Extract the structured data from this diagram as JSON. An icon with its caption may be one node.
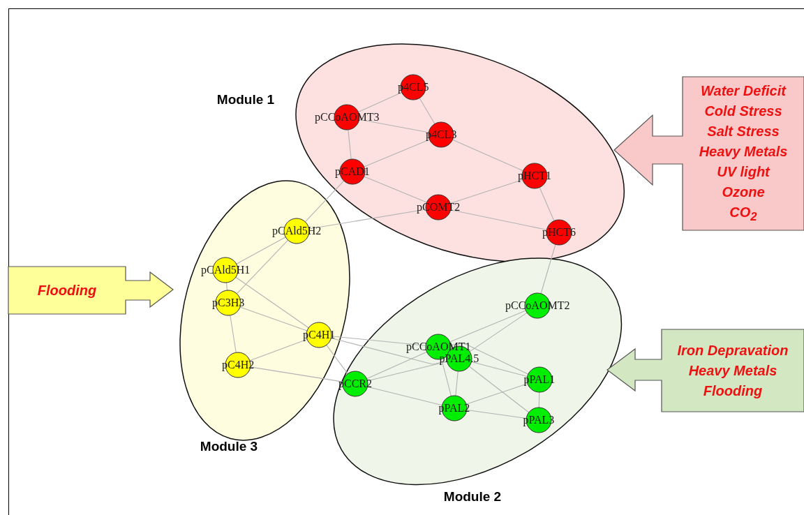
{
  "diagram": {
    "nodes": [
      {
        "text": [
          "Module 1"
        ]
      },
      {
        "text": [
          "p4CL5"
        ],
        "in": 0
      },
      {
        "text": [
          "pCCoAOMT3"
        ],
        "in": 0
      },
      {
        "text": [
          "p4CL3"
        ],
        "in": 0
      },
      {
        "text": [
          "pCAD1"
        ],
        "in": 0
      },
      {
        "text": [
          "pHCT1"
        ],
        "in": 0
      },
      {
        "text": [
          "pCOMT2"
        ],
        "in": 0
      },
      {
        "text": [
          "pHCT6"
        ],
        "in": 0
      },
      {
        "text": [
          "Module 3"
        ]
      },
      {
        "text": [
          "pCAld5H2"
        ],
        "in": 8
      },
      {
        "text": [
          "pCAld5H1"
        ],
        "in": 8
      },
      {
        "text": [
          "pC3H3"
        ],
        "in": 8
      },
      {
        "text": [
          "pC4H1"
        ],
        "in": 8
      },
      {
        "text": [
          "pC4H2"
        ],
        "in": 8
      },
      {
        "text": [
          "Module 2"
        ]
      },
      {
        "text": [
          "pCCoAOMT2"
        ],
        "in": 14
      },
      {
        "text": [
          "pCCoAOMT1"
        ],
        "in": 14
      },
      {
        "text": [
          "pPAL4.5"
        ],
        "in": 14
      },
      {
        "text": [
          "pCCR2"
        ],
        "in": 14
      },
      {
        "text": [
          "pPAL1"
        ],
        "in": 14
      },
      {
        "text": [
          "pPAL2"
        ],
        "in": 14
      },
      {
        "text": [
          "pPAL3"
        ],
        "in": 14
      },
      {
        "text": [
          "Flooding"
        ]
      },
      {
        "text": [
          "Water Deficit",
          "Cold Stress",
          "Salt Stress",
          "Heavy Metals",
          "UV light",
          "Ozone",
          "CO$_{2}$"
        ]
      },
      {
        "text": [
          "Iron Depravation",
          "Heavy Metals",
          "Flooding"
        ]
      }
    ],
    "edges": [
      {
        "from": 1,
        "to": 2,
        "arrow": "none"
      },
      {
        "from": 1,
        "to": 3,
        "arrow": "none"
      },
      {
        "from": 2,
        "to": 3,
        "arrow": "none"
      },
      {
        "from": 2,
        "to": 4,
        "arrow": "none"
      },
      {
        "from": 4,
        "to": 3,
        "arrow": "none"
      },
      {
        "from": 3,
        "to": 5,
        "arrow": "none"
      },
      {
        "from": 4,
        "to": 6,
        "arrow": "none"
      },
      {
        "from": 6,
        "to": 5,
        "arrow": "none"
      },
      {
        "from": 6,
        "to": 7,
        "arrow": "none"
      },
      {
        "from": 5,
        "to": 7,
        "arrow": "none"
      },
      {
        "from": 4,
        "to": 9,
        "arrow": "none"
      },
      {
        "from": 6,
        "to": 9,
        "arrow": "none"
      },
      {
        "from": 7,
        "to": 15,
        "arrow": "none"
      },
      {
        "from": 9,
        "to": 10,
        "arrow": "none"
      },
      {
        "from": 9,
        "to": 11,
        "arrow": "none"
      },
      {
        "from": 10,
        "to": 11,
        "arrow": "none"
      },
      {
        "from": 10,
        "to": 12,
        "arrow": "none"
      },
      {
        "from": 11,
        "to": 12,
        "arrow": "none"
      },
      {
        "from": 11,
        "to": 13,
        "arrow": "none"
      },
      {
        "from": 13,
        "to": 12,
        "arrow": "none"
      },
      {
        "from": 13,
        "to": 18,
        "arrow": "none"
      },
      {
        "from": 12,
        "to": 18,
        "arrow": "none"
      },
      {
        "from": 12,
        "to": 16,
        "arrow": "none"
      },
      {
        "from": 12,
        "to": 17,
        "arrow": "none"
      },
      {
        "from": 15,
        "to": 16,
        "arrow": "none"
      },
      {
        "from": 15,
        "to": 17,
        "arrow": "none"
      },
      {
        "from": 16,
        "to": 18,
        "arrow": "none"
      },
      {
        "from": 16,
        "to": 20,
        "arrow": "none"
      },
      {
        "from": 16,
        "to": 19,
        "arrow": "none"
      },
      {
        "from": 17,
        "to": 18,
        "arrow": "none"
      },
      {
        "from": 17,
        "to": 19,
        "arrow": "none"
      },
      {
        "from": 17,
        "to": 20,
        "arrow": "none"
      },
      {
        "from": 17,
        "to": 21,
        "arrow": "none"
      },
      {
        "from": 18,
        "to": 20,
        "arrow": "none"
      },
      {
        "from": 20,
        "to": 19,
        "arrow": "none"
      },
      {
        "from": 20,
        "to": 21,
        "arrow": "none"
      },
      {
        "from": 19,
        "to": 21,
        "arrow": "none"
      }
    ]
  }
}
